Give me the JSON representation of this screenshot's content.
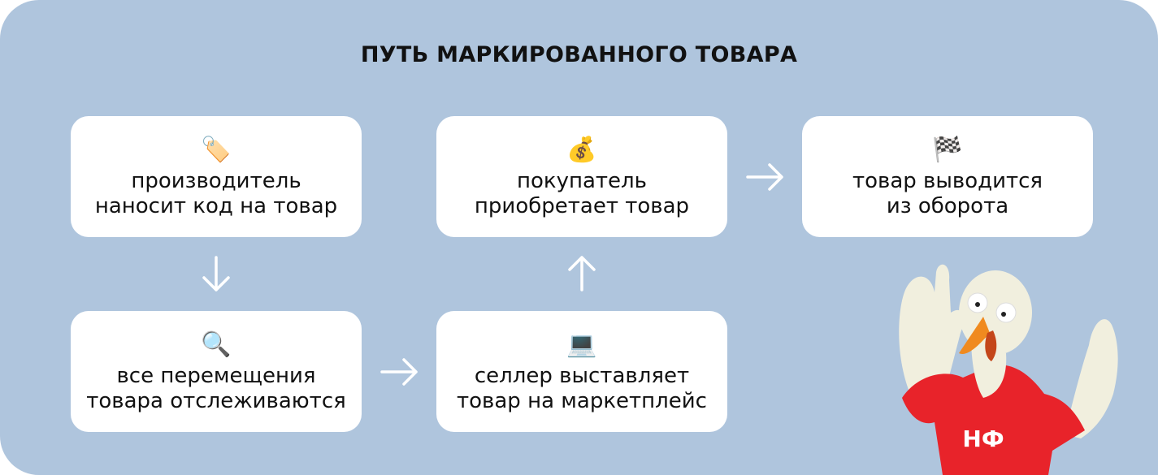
{
  "title": "ПУТЬ МАРКИРОВАННОГО ТОВАРА",
  "steps": [
    {
      "icon": "🏷️",
      "icon_name": "label-tag-icon",
      "text": "производитель\nнаносит код на товар"
    },
    {
      "icon": "🔍",
      "icon_name": "magnifier-icon",
      "text": "все перемещения\nтовара отслеживаются"
    },
    {
      "icon": "💻",
      "icon_name": "laptop-icon",
      "text": "селлер выставляет\nтовар на маркетплейс"
    },
    {
      "icon": "💰",
      "icon_name": "money-bag-icon",
      "text": "покупатель\nприобретает товар"
    },
    {
      "icon": "🏁",
      "icon_name": "checkered-flag-icon",
      "text": "товар выводится\nиз оборота"
    }
  ],
  "mascot_logo": "НФ",
  "colors": {
    "background": "#afc5dd",
    "card": "#ffffff",
    "hoodie": "#e8232a"
  }
}
